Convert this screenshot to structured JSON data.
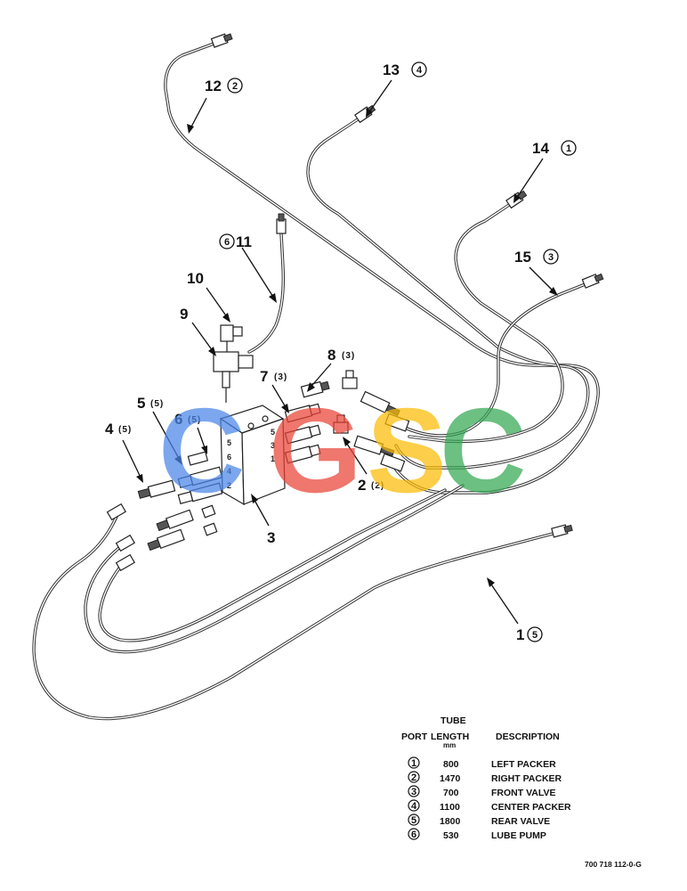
{
  "callouts": [
    {
      "num": "12",
      "circ": "2",
      "qty": ""
    },
    {
      "num": "13",
      "circ": "4",
      "qty": ""
    },
    {
      "num": "14",
      "circ": "1",
      "qty": ""
    },
    {
      "num": "15",
      "circ": "3",
      "qty": ""
    },
    {
      "num": "11",
      "circ": "6",
      "qty": ""
    },
    {
      "num": "10",
      "circ": "",
      "qty": ""
    },
    {
      "num": "9",
      "circ": "",
      "qty": ""
    },
    {
      "num": "8",
      "circ": "",
      "qty": "(3)"
    },
    {
      "num": "7",
      "circ": "",
      "qty": "(3)"
    },
    {
      "num": "5",
      "circ": "",
      "qty": "(5)"
    },
    {
      "num": "6",
      "circ": "",
      "qty": "(5)"
    },
    {
      "num": "4",
      "circ": "",
      "qty": "(5)"
    },
    {
      "num": "2",
      "circ": "",
      "qty": "(2)"
    },
    {
      "num": "3",
      "circ": "",
      "qty": ""
    },
    {
      "num": "1",
      "circ": "5",
      "qty": ""
    }
  ],
  "block_ports_left": [
    "5",
    "6",
    "4",
    "2"
  ],
  "block_ports_right": [
    "5",
    "3",
    "1"
  ],
  "table": {
    "header_tube": "TUBE",
    "header_port": "PORT",
    "header_length": "LENGTH",
    "header_length_unit": "mm",
    "header_description": "DESCRIPTION",
    "rows": [
      {
        "port": "1",
        "length": "800",
        "description": "LEFT PACKER"
      },
      {
        "port": "2",
        "length": "1470",
        "description": "RIGHT PACKER"
      },
      {
        "port": "3",
        "length": "700",
        "description": "FRONT VALVE"
      },
      {
        "port": "4",
        "length": "1100",
        "description": "CENTER PACKER"
      },
      {
        "port": "5",
        "length": "1800",
        "description": "REAR VALVE"
      },
      {
        "port": "6",
        "length": "530",
        "description": "LUBE PUMP"
      }
    ]
  },
  "figure_id": "700 718 112-0-G",
  "watermark": {
    "letters": [
      "C",
      "G",
      "S",
      "C"
    ],
    "colors": [
      "#4a86e8",
      "#ea4335",
      "#fbbc05",
      "#34a853"
    ]
  }
}
